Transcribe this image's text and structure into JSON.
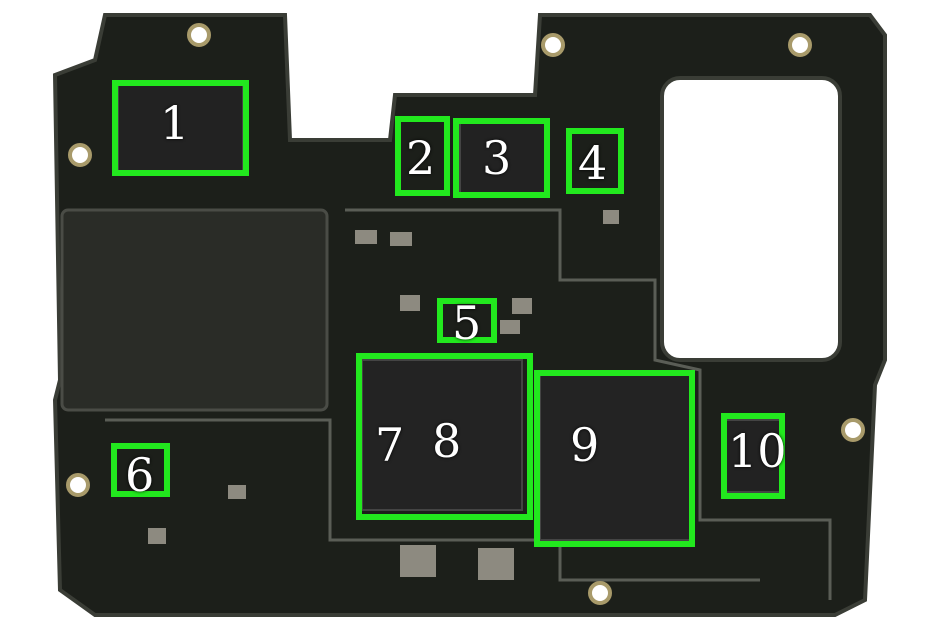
{
  "image": {
    "subject": "smartphone-motherboard",
    "colors": {
      "highlight": "#22e81e",
      "board": "#1c1f1a",
      "board_edge": "#3a3d36",
      "background": "#ffffff",
      "label": "#ffffff"
    }
  },
  "markers": [
    {
      "label": "1"
    },
    {
      "label": "2"
    },
    {
      "label": "3"
    },
    {
      "label": "4"
    },
    {
      "label": "5"
    },
    {
      "label": "6"
    },
    {
      "label": "7"
    },
    {
      "label": "8"
    },
    {
      "label": "9"
    },
    {
      "label": "10"
    }
  ]
}
